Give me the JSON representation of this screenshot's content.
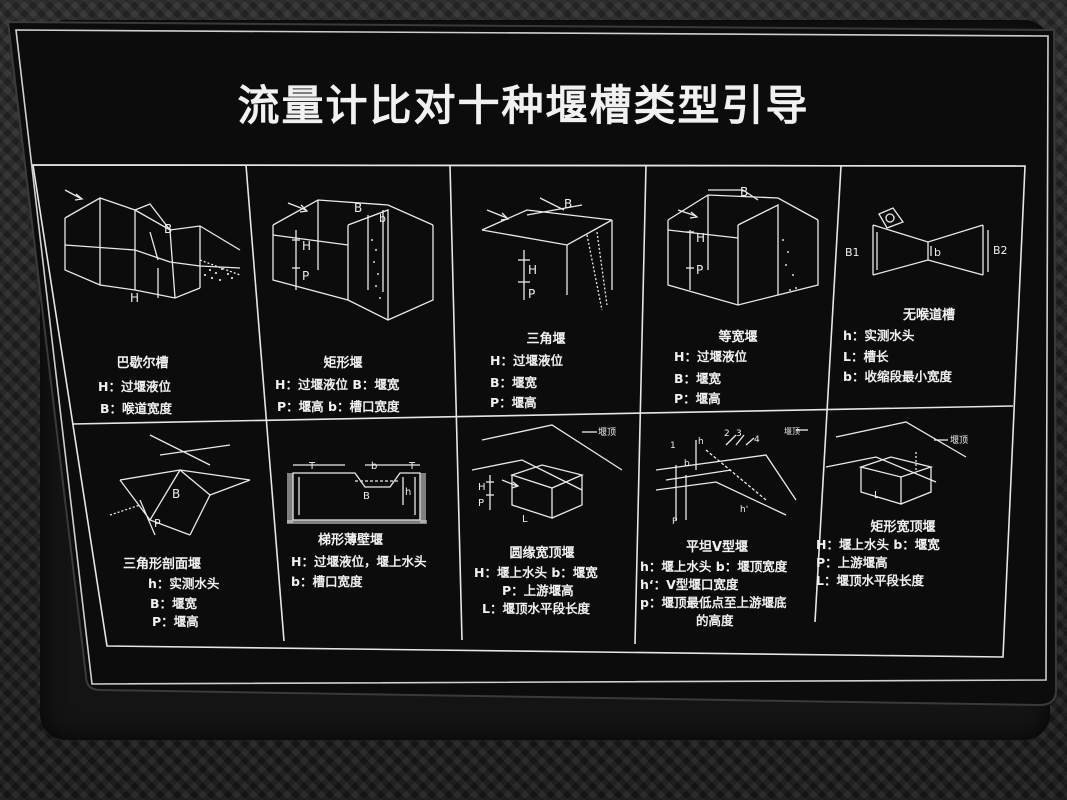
{
  "title": "流量计比对十种堰槽类型引导",
  "cells": [
    {
      "name": "巴歇尔槽",
      "lines": [
        "H：过堰液位",
        "B：喉道宽度"
      ],
      "diagram_labels": [
        "B",
        "H"
      ]
    },
    {
      "name": "矩形堰",
      "lines": [
        "H：过堰液位 B：堰宽",
        "P：堰高 b：槽口宽度"
      ],
      "diagram_labels": [
        "B",
        "b",
        "H",
        "P"
      ]
    },
    {
      "name": "三角堰",
      "lines": [
        "H：过堰液位",
        "B：堰宽",
        "P：堰高"
      ],
      "diagram_labels": [
        "B",
        "H",
        "P"
      ]
    },
    {
      "name": "等宽堰",
      "lines": [
        "H：过堰液位",
        "B：堰宽",
        "P：堰高"
      ],
      "diagram_labels": [
        "B",
        "H",
        "P"
      ]
    },
    {
      "name": "无喉道槽",
      "lines": [
        "h：实测水头",
        "L：槽长",
        "b：收缩段最小宽度"
      ],
      "diagram_labels": [
        "B1",
        "b",
        "B2"
      ]
    },
    {
      "name": "三角形剖面堰",
      "lines": [
        "h：实测水头",
        "B：堰宽",
        "P：堰高"
      ],
      "diagram_labels": [
        "B",
        "P"
      ]
    },
    {
      "name": "梯形薄壁堰",
      "lines": [
        "H：过堰液位，堰上水头",
        "b：槽口宽度"
      ],
      "diagram_labels": [
        "T",
        "b",
        "T",
        "B",
        "h"
      ]
    },
    {
      "name": "圆缘宽顶堰",
      "lines": [
        "H：堰上水头 b：堰宽",
        "P：上游堰高",
        "L：堰顶水平段长度"
      ],
      "diagram_labels": [
        "堰顶",
        "H",
        "P",
        "L"
      ]
    },
    {
      "name": "平坦V型堰",
      "lines": [
        "h：堰上水头 b：堰顶宽度",
        "h‘：V型堰口宽度",
        "p：堰顶最低点至上游堰底",
        "的高度"
      ],
      "diagram_labels": [
        "堰顶",
        "1",
        "2",
        "3",
        "4",
        "h",
        "b",
        "P",
        "h'"
      ]
    },
    {
      "name": "矩形宽顶堰",
      "lines": [
        "H：堰上水头 b：堰宽",
        "P：上游堰高",
        "L：堰顶水平段长度"
      ],
      "diagram_labels": [
        "堰顶",
        "L"
      ]
    }
  ]
}
